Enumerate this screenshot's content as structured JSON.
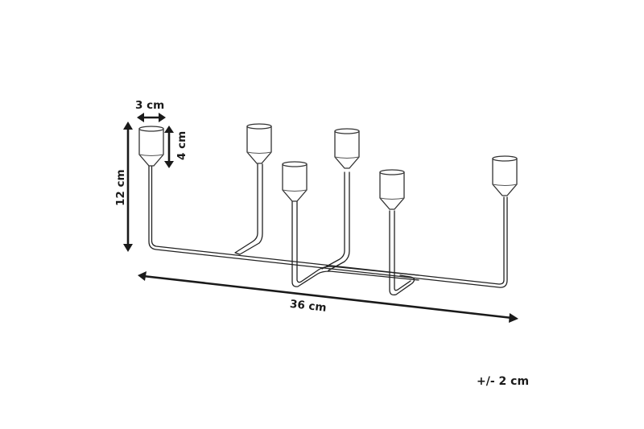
{
  "diagram": {
    "subject": "six-arm candle holder",
    "dimensions": {
      "cup_width": "3 cm",
      "cup_height": "4 cm",
      "total_height": "12 cm",
      "total_length": "36 cm"
    },
    "tolerance": "+/- 2 cm",
    "candle_cup_count": 6,
    "colors": {
      "line": "#1a1a1a",
      "background": "#ffffff"
    }
  }
}
